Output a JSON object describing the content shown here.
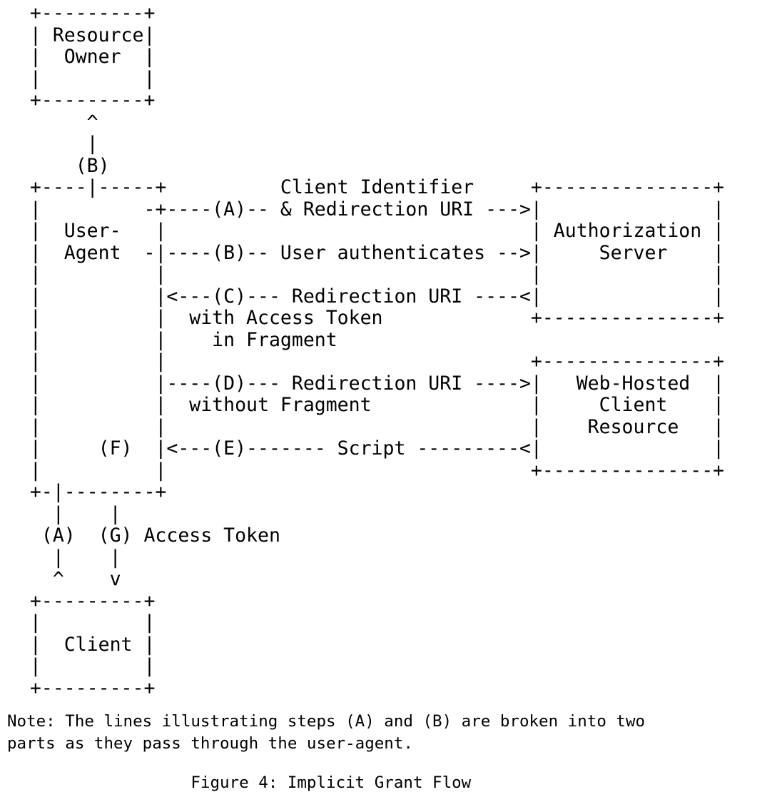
{
  "document": {
    "kind": "ascii-art-diagram",
    "title": "Figure 4: Implicit Grant Flow",
    "text_color": "#000000",
    "background_color": "#ffffff"
  },
  "figure": {
    "caption": "                   Figure 4: Implicit Grant Flow",
    "caption_text": "Figure 4: Implicit Grant Flow",
    "ascii": "  +---------+\n  | Resource|\n  |  Owner  |\n  |         |\n  +---------+\n       ^\n       |\n      (B)\n  +----|-----+          Client Identifier     +---------------+\n  |         -+----(A)-- & Redirection URI --->|               |\n  |  User-   |                                | Authorization |\n  |  Agent  -|----(B)-- User authenticates -->|     Server    |\n  |          |                                |               |\n  |          |<---(C)--- Redirection URI ----<|               |\n  |          |  with Access Token             +---------------+\n  |          |    in Fragment\n  |          |                                +---------------+\n  |          |----(D)--- Redirection URI ---->|   Web-Hosted  |\n  |          |  without Fragment              |     Client    |\n  |          |                                |    Resource   |\n  |     (F)  |<---(E)------- Script ---------<|               |\n  |          |                                +---------------+\n  +-|--------+\n    |    |\n   (A)  (G) Access Token\n    |    |\n    ^    v\n  +---------+\n  |         |\n  |  Client |\n  |         |\n  +---------+",
    "lines": [
      "  +---------+",
      "  | Resource|",
      "  |  Owner  |",
      "  |         |",
      "  +---------+",
      "       ^",
      "       |",
      "      (B)",
      "  +----|-----+          Client Identifier     +---------------+",
      "  |         -+----(A)-- & Redirection URI --->|               |",
      "  |  User-   |                                | Authorization |",
      "  |  Agent  -|----(B)-- User authenticates -->|     Server    |",
      "  |          |                                |               |",
      "  |          |<---(C)--- Redirection URI ----<|               |",
      "  |          |  with Access Token             +---------------+",
      "  |          |    in Fragment",
      "  |          |                                +---------------+",
      "  |          |----(D)--- Redirection URI ---->|   Web-Hosted  |",
      "  |          |  without Fragment              |     Client    |",
      "  |          |                                |    Resource   |",
      "  |     (F)  |<---(E)------- Script ---------<|               |",
      "  |          |                                +---------------+",
      "  +-|--------+",
      "    |    |",
      "   (A)  (G) Access Token",
      "    |    |",
      "    ^    v",
      "  +---------+",
      "  |         |",
      "  |  Client |",
      "  |         |",
      "  +---------+"
    ],
    "nodes": [
      {
        "id": "resource-owner",
        "label_lines": [
          "Resource",
          "Owner"
        ]
      },
      {
        "id": "user-agent",
        "label_lines": [
          "User-",
          "Agent"
        ]
      },
      {
        "id": "authorization-server",
        "label_lines": [
          "Authorization",
          "Server"
        ]
      },
      {
        "id": "web-hosted-client-resource",
        "label_lines": [
          "Web-Hosted",
          "Client",
          "Resource"
        ]
      },
      {
        "id": "client",
        "label_lines": [
          "Client"
        ]
      }
    ],
    "steps": [
      {
        "key": "(A)",
        "label_lines": [
          "Client Identifier",
          "& Redirection URI"
        ],
        "arrow": "--->",
        "from": "user-agent",
        "to": "authorization-server"
      },
      {
        "key": "(B)",
        "label_lines": [
          "User authenticates"
        ],
        "arrow": "-->",
        "from": "user-agent",
        "to": "authorization-server"
      },
      {
        "key": "(C)",
        "label_lines": [
          "Redirection URI",
          "with Access Token",
          "in Fragment"
        ],
        "arrow": "<---",
        "from": "authorization-server",
        "to": "user-agent"
      },
      {
        "key": "(D)",
        "label_lines": [
          "Redirection URI",
          "without Fragment"
        ],
        "arrow": "---->",
        "from": "user-agent",
        "to": "web-hosted-client-resource"
      },
      {
        "key": "(E)",
        "label_lines": [
          "Script"
        ],
        "arrow": "<---",
        "from": "web-hosted-client-resource",
        "to": "user-agent"
      },
      {
        "key": "(F)",
        "label_lines": [],
        "arrow": "",
        "from": "user-agent",
        "to": "user-agent"
      },
      {
        "key": "(G)",
        "label_lines": [
          "Access Token"
        ],
        "arrow": "v",
        "from": "user-agent",
        "to": "client"
      }
    ]
  },
  "note": {
    "line1": "Note: The lines illustrating steps (A) and (B) are broken into two",
    "line2": "parts as they pass through the user-agent.",
    "text": "Note: The lines illustrating steps (A) and (B) are broken into two\nparts as they pass through the user-agent."
  }
}
